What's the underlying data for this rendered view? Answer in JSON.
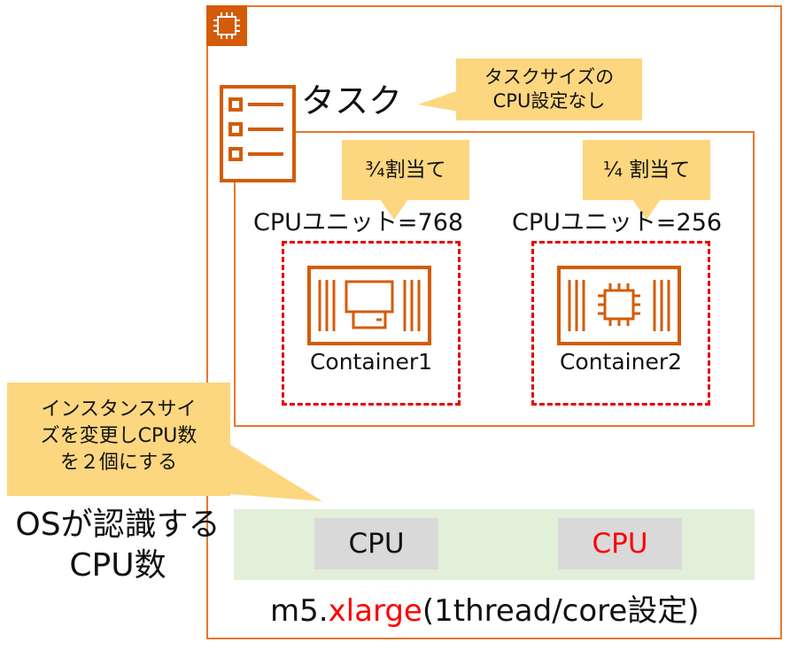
{
  "instance": {
    "type_prefix": "m5.",
    "type_highlight": "xlarge",
    "type_suffix": "(1thread/core設定)"
  },
  "task": {
    "label": "タスク",
    "callout": [
      "タスクサイズの",
      "CPU設定なし"
    ]
  },
  "containers": [
    {
      "allocation": "¾割当て",
      "cpu_units": "CPUユニット=768",
      "name": "Container1",
      "icon": "container-computer-icon"
    },
    {
      "allocation": "¼ 割当て",
      "cpu_units": "CPUユニット=256",
      "name": "Container2",
      "icon": "container-chip-icon"
    }
  ],
  "instance_callout": [
    "インスタンスサイ",
    "ズを変更しCPU数",
    "を２個にする"
  ],
  "os": {
    "label_lines": [
      "OSが認識する",
      "CPU数"
    ],
    "cpus": [
      "CPU",
      "CPU"
    ]
  },
  "colors": {
    "frame": "#e8772e",
    "icon": "#d45b07",
    "callout": "#fdd77f",
    "dashed": "#e30000",
    "os_band": "#e2efd9",
    "cpu_chip": "#d9d9d9",
    "accent_red": "#ff0000"
  }
}
